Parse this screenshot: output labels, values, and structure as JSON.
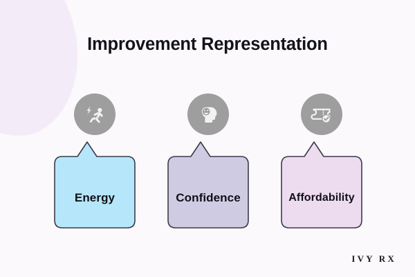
{
  "page": {
    "title": "Improvement Representation",
    "background_color": "#fbf9fc",
    "blob_color": "#f3ebf8",
    "brand": "IVY RX"
  },
  "items": [
    {
      "label": "Energy",
      "icon": "running-person-lightning-icon",
      "card_fill": "#b6e6f9",
      "card_stroke": "#3b3b48",
      "circle_fill": "#9e9e9e"
    },
    {
      "label": "Confidence",
      "icon": "head-smiley-face-icon",
      "card_fill": "#cfcbe2",
      "card_stroke": "#3b3b48",
      "circle_fill": "#9e9e9e"
    },
    {
      "label": "Affordability",
      "icon": "ticket-check-icon",
      "card_fill": "#eddcef",
      "card_stroke": "#3b3b48",
      "circle_fill": "#9e9e9e"
    }
  ]
}
